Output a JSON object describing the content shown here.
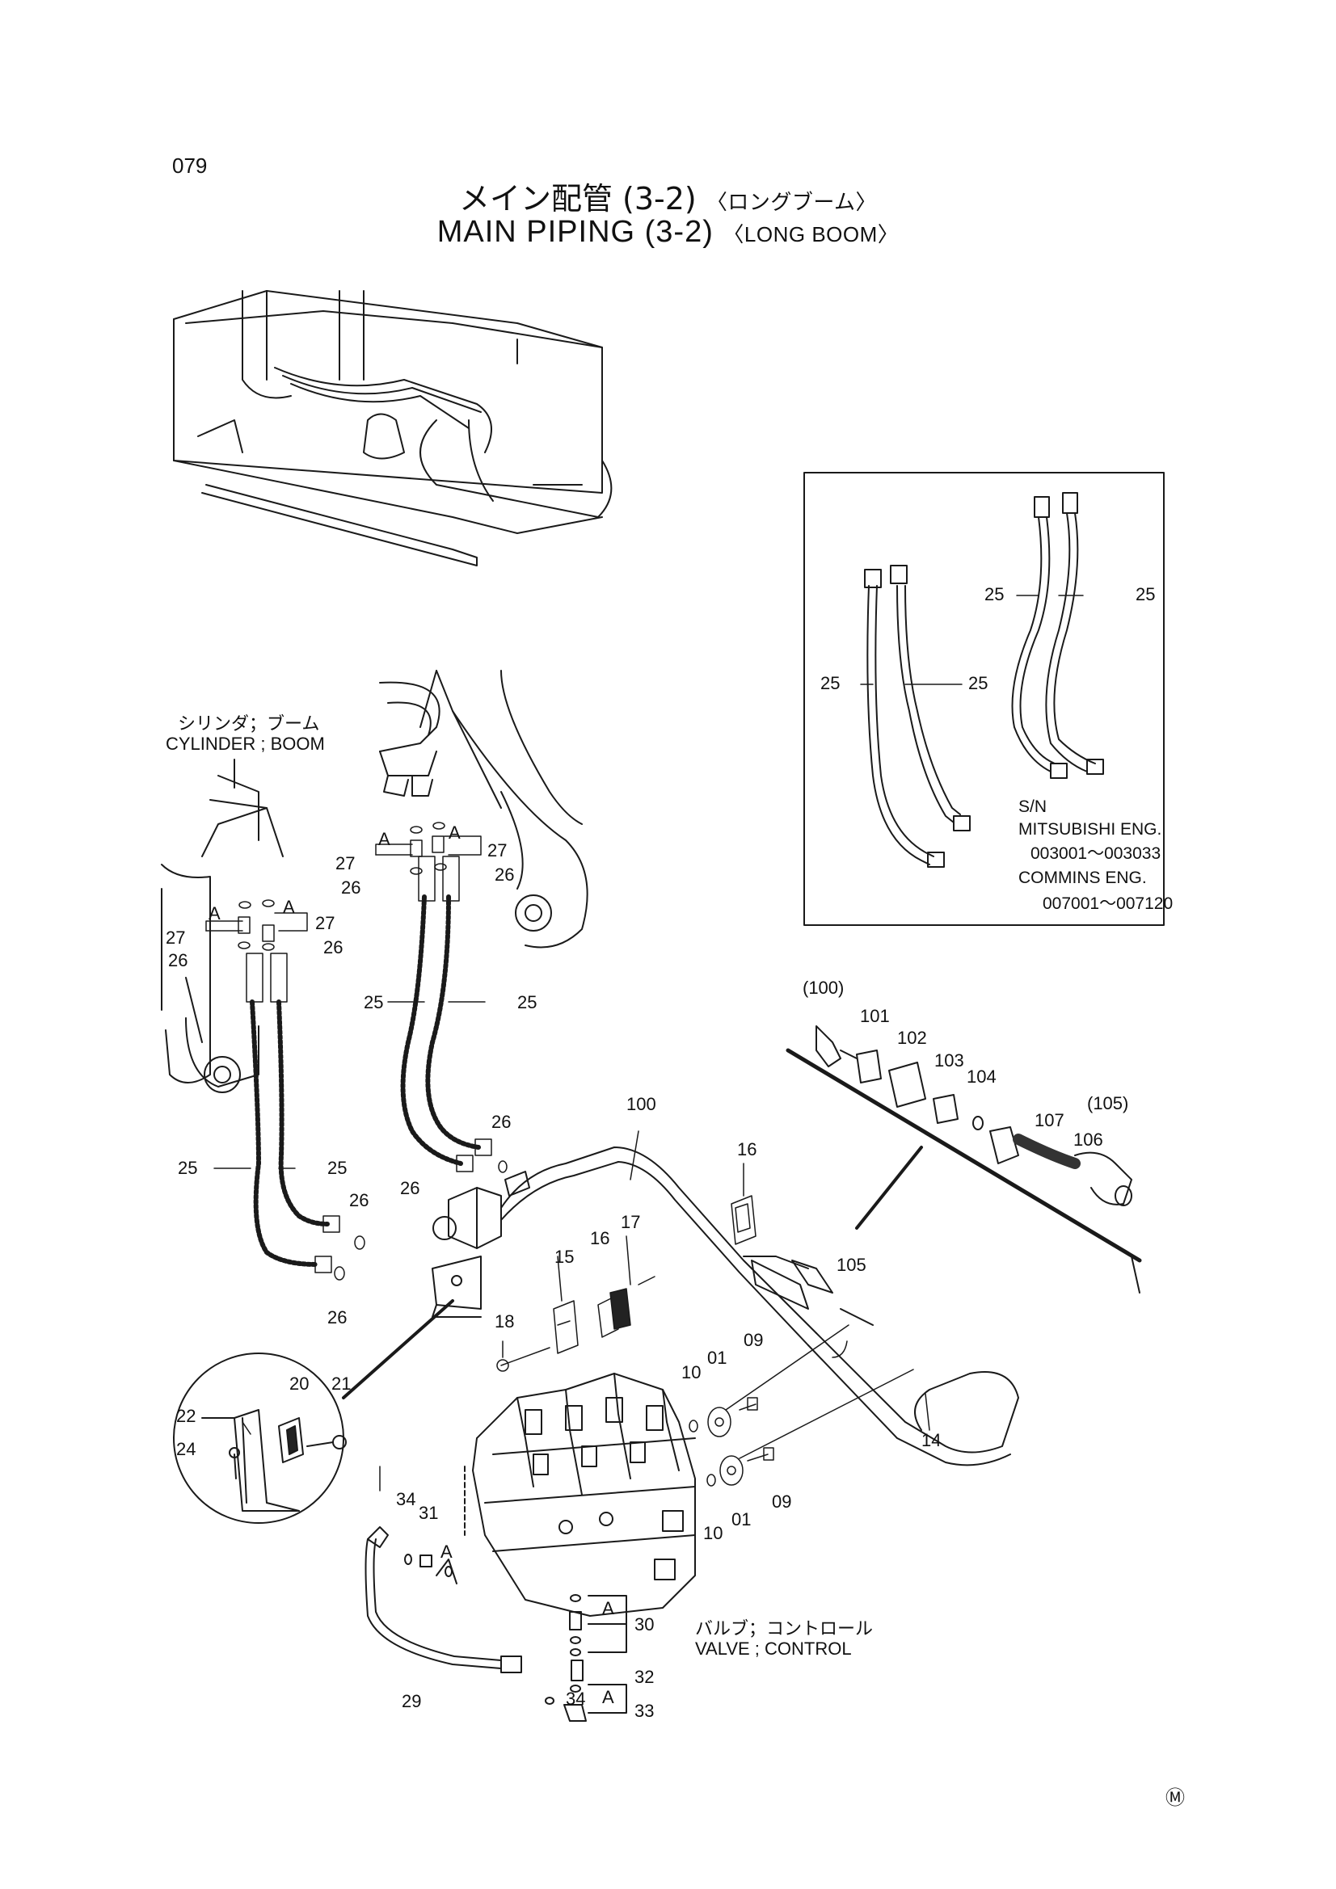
{
  "page_number": "079",
  "title": {
    "jp": "メイン配管 (3-2)",
    "jp_sub": "〈ロングブーム〉",
    "en": "MAIN PIPING (3-2)",
    "en_sub": "〈LONG BOOM〉"
  },
  "assembly_labels": {
    "cylinder_jp": "シリンダ；ブーム",
    "cylinder_en": "CYLINDER ; BOOM",
    "valve_jp": "バルブ；コントロール",
    "valve_en": "VALVE ; CONTROL"
  },
  "inset": {
    "sn_label": "S/N",
    "engine1": "MITSUBISHI ENG.",
    "range1": "003001～003033",
    "engine2": "COMMINS ENG.",
    "range2": "007001～007120",
    "callouts": [
      "25",
      "25",
      "25",
      "25"
    ]
  },
  "callouts": {
    "c100p": "(100)",
    "c101": "101",
    "c102": "102",
    "c103": "103",
    "c104": "104",
    "c105p": "(105)",
    "c106": "106",
    "c107": "107",
    "c100": "100",
    "c105": "105",
    "c16a": "16",
    "c16b": "16",
    "c17": "17",
    "c15": "15",
    "c18": "18",
    "c14": "14",
    "c09a": "09",
    "c09b": "09",
    "c01a": "01",
    "c01b": "01",
    "c10a": "10",
    "c10b": "10",
    "c20": "20",
    "c21": "21",
    "c22": "22",
    "c24": "24",
    "c34a": "34",
    "c34b": "34",
    "c31": "31",
    "c29": "29",
    "c30": "30",
    "c32": "32",
    "c33": "33",
    "c27a": "27",
    "c27b": "27",
    "c27c": "27",
    "c27d": "27",
    "c26a": "26",
    "c26b": "26",
    "c26c": "26",
    "c26d": "26",
    "c26e": "26",
    "c26f": "26",
    "c26g": "26",
    "c26h": "26",
    "c25a": "25",
    "c25b": "25",
    "c25c": "25",
    "c25d": "25",
    "a1": "A",
    "a2": "A",
    "a3": "A",
    "a4": "A",
    "a5": "A",
    "a6": "A",
    "a7": "A"
  },
  "mark": "Ⓜ"
}
